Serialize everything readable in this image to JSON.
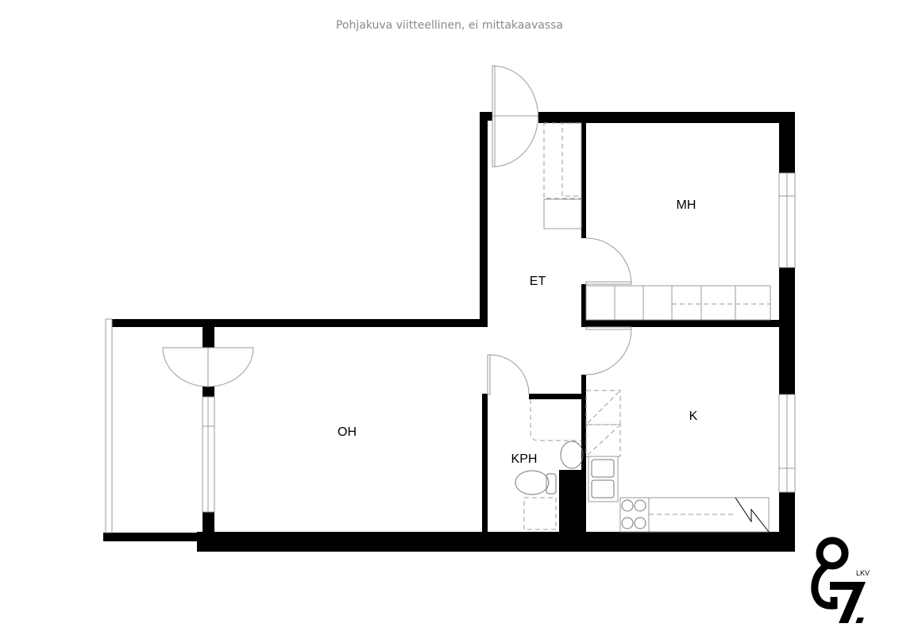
{
  "disclaimer": "Pohjakuva viitteellinen, ei mittakaavassa",
  "rooms": {
    "bedroom": "MH",
    "hallway": "ET",
    "living_room": "OH",
    "kitchen": "K",
    "bathroom": "KPH"
  },
  "logo": {
    "text": "87",
    "sub": "LKV"
  },
  "colors": {
    "wall": "#000000",
    "fixture": "#999999",
    "disclaimer": "#8a8a8a"
  }
}
